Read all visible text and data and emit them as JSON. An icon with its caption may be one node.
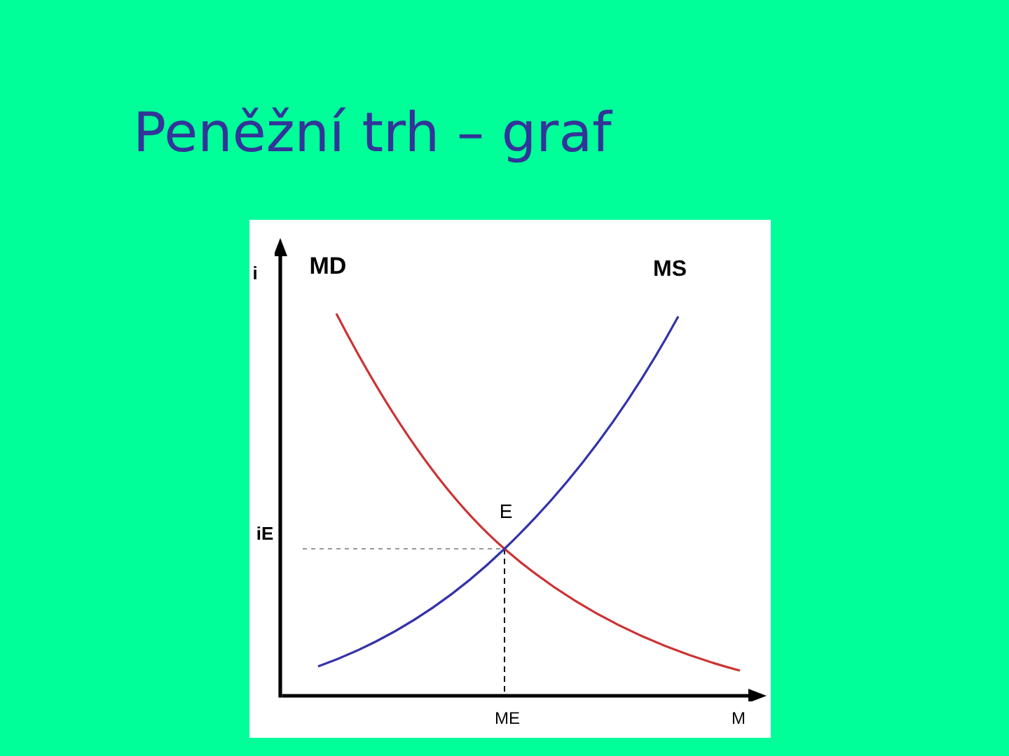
{
  "diagram": {
    "title": "Peněžní trh – graf",
    "labels": [
      "i",
      "MD",
      "MS",
      "E",
      "iE",
      "ME",
      "M"
    ]
  }
}
